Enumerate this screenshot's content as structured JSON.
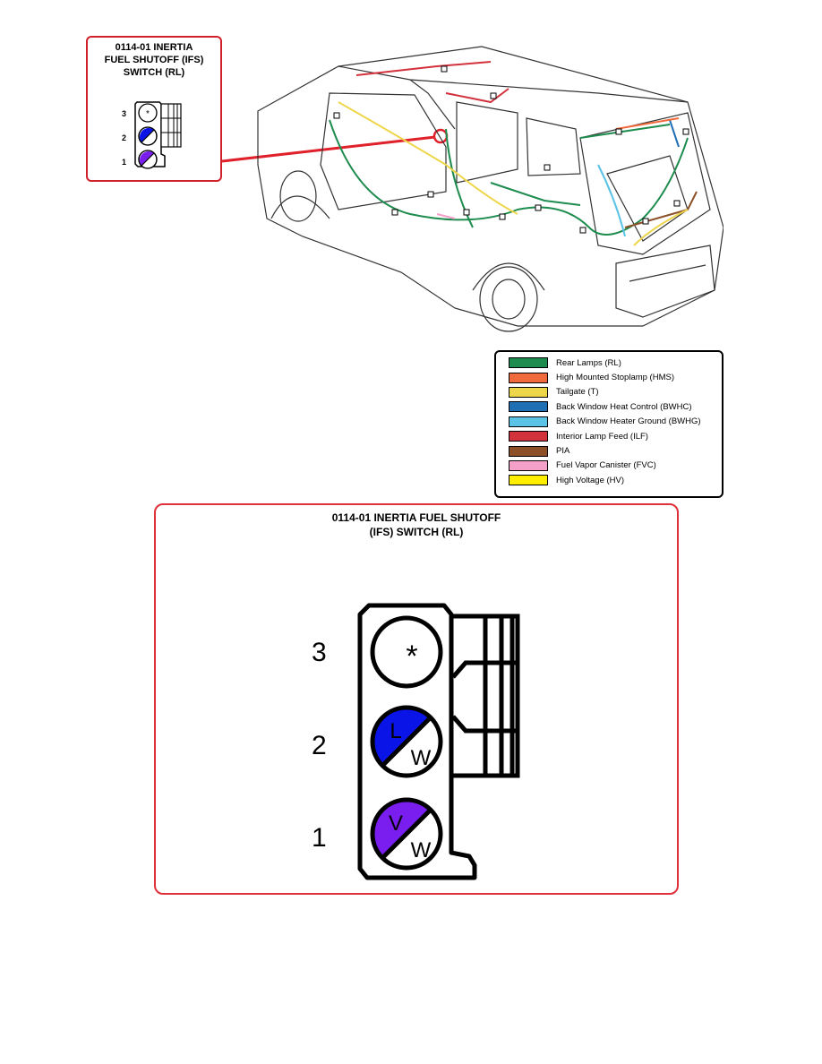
{
  "callout": {
    "title_line1": "0114-01 INERTIA",
    "title_line2": "FUEL SHUTOFF (IFS)",
    "title_line3": "SWITCH (RL)",
    "pins": [
      "3",
      "2",
      "1"
    ]
  },
  "connector": {
    "title_line1": "0114-01 INERTIA FUEL SHUTOFF",
    "title_line2": "(IFS) SWITCH (RL)",
    "pins": [
      {
        "number": "3",
        "mark": "*",
        "wire_colors": []
      },
      {
        "number": "2",
        "top_letter": "L",
        "bottom_letter": "W",
        "fill": "#0a14e6"
      },
      {
        "number": "1",
        "top_letter": "V",
        "bottom_letter": "W",
        "fill": "#7a1ef0"
      }
    ]
  },
  "legend": {
    "items": [
      {
        "label": "Rear Lamps (RL)",
        "color": "#1e8c4e"
      },
      {
        "label": "High Mounted Stoplamp (HMS)",
        "color": "#f06a3c"
      },
      {
        "label": "Tailgate (T)",
        "color": "#eed64a"
      },
      {
        "label": "Back Window Heat Control (BWHC)",
        "color": "#1f6fb4"
      },
      {
        "label": "Back Window Heater Ground (BWHG)",
        "color": "#5ac3e6"
      },
      {
        "label": "Interior Lamp Feed (ILF)",
        "color": "#d2323c"
      },
      {
        "label": "PIA",
        "color": "#8c5028"
      },
      {
        "label": "Fuel Vapor Canister (FVC)",
        "color": "#f4a0c8"
      },
      {
        "label": "High Voltage  (HV)",
        "color": "#ffee00"
      }
    ]
  }
}
